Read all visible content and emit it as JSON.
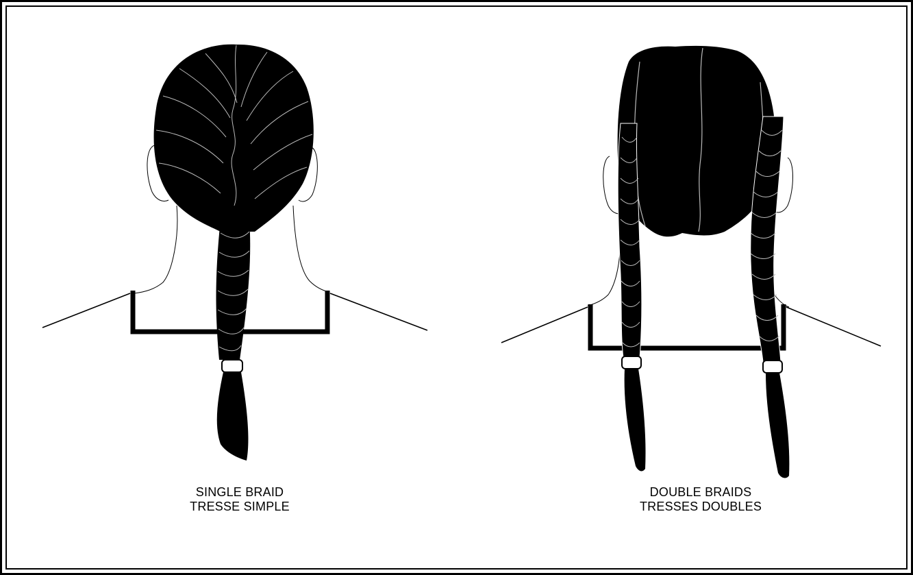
{
  "figures": [
    {
      "label_en": "SINGLE BRAID",
      "label_fr": "TRESSE SIMPLE"
    },
    {
      "label_en": "DOUBLE BRAIDS",
      "label_fr": "TRESSES DOUBLES"
    }
  ],
  "colors": {
    "ink": "#000000",
    "paper": "#ffffff"
  }
}
